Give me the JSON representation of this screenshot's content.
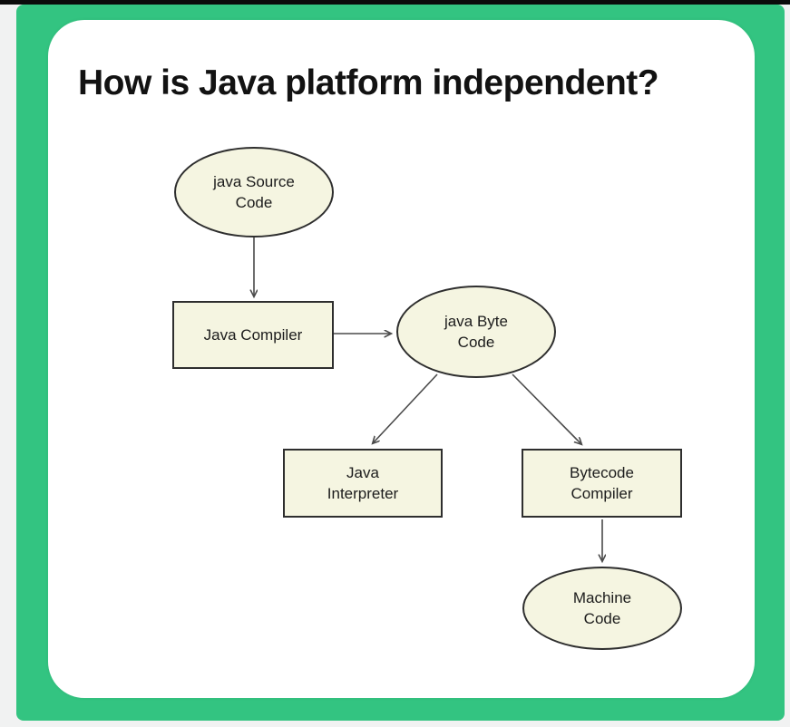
{
  "page": {
    "title": "How is Java platform independent?"
  },
  "theme": {
    "frame_green": "#33c481",
    "card_background": "#ffffff",
    "outer_background": "#f1f2f2",
    "top_bar": "#0b0b0b",
    "node_fill": "#f5f5e1",
    "node_border": "#2e2e2e",
    "arrow_color": "#4a4a4a",
    "title_color": "#121212"
  },
  "diagram": {
    "nodes": {
      "source": {
        "label": "java Source\nCode",
        "shape": "ellipse"
      },
      "compiler": {
        "label": "Java Compiler",
        "shape": "rectangle"
      },
      "bytecode": {
        "label": "java Byte\nCode",
        "shape": "ellipse"
      },
      "interpreter": {
        "label": "Java\nInterpreter",
        "shape": "rectangle"
      },
      "bytecode_compiler": {
        "label": "Bytecode\nCompiler",
        "shape": "rectangle"
      },
      "machine": {
        "label": "Machine\nCode",
        "shape": "ellipse"
      }
    },
    "edges": [
      {
        "from": "source",
        "to": "compiler"
      },
      {
        "from": "compiler",
        "to": "bytecode"
      },
      {
        "from": "bytecode",
        "to": "interpreter"
      },
      {
        "from": "bytecode",
        "to": "bytecode_compiler"
      },
      {
        "from": "bytecode_compiler",
        "to": "machine"
      }
    ]
  }
}
